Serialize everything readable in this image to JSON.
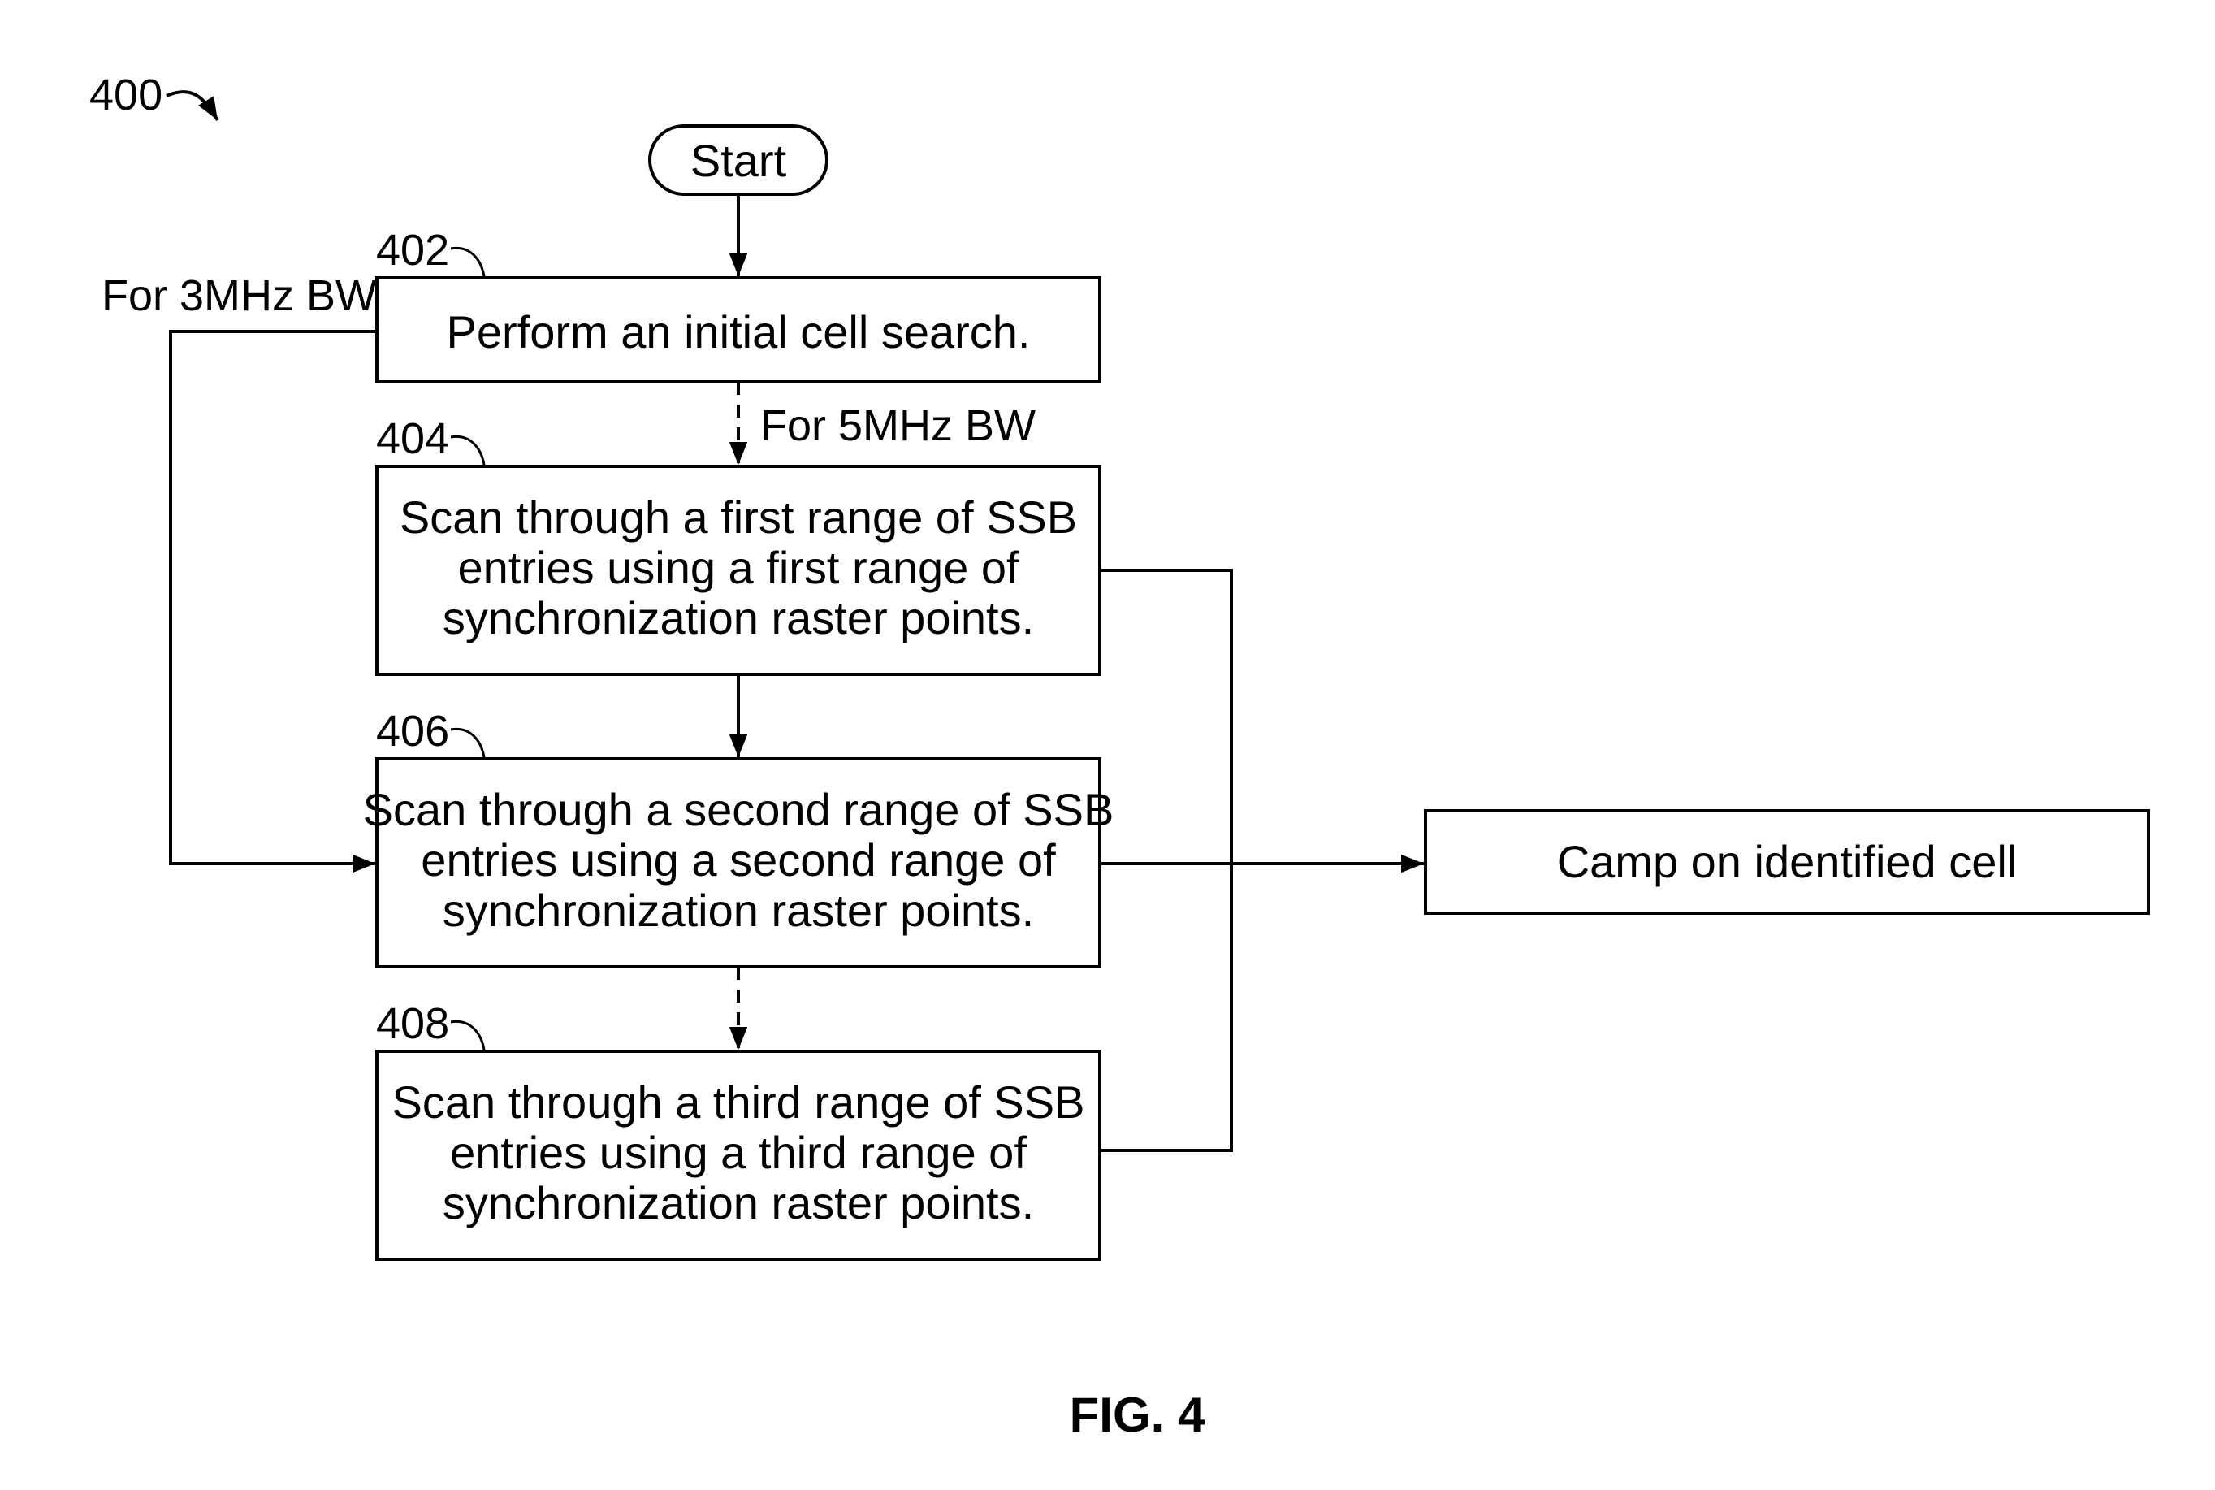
{
  "figure": {
    "ref": "400",
    "caption": "FIG. 4"
  },
  "start": {
    "label": "Start"
  },
  "steps": [
    {
      "ref": "402",
      "lines": [
        "Perform an initial cell search."
      ]
    },
    {
      "ref": "404",
      "lines": [
        "Scan through a first range of SSB",
        "entries using a first range of",
        "synchronization raster points."
      ]
    },
    {
      "ref": "406",
      "lines": [
        "Scan through a second range of SSB",
        "entries using a second range of",
        "synchronization raster points."
      ]
    },
    {
      "ref": "408",
      "lines": [
        "Scan through a third range of SSB",
        "entries using a third range of",
        "synchronization raster points."
      ]
    }
  ],
  "end": {
    "label": "Camp on identified cell"
  },
  "branches": {
    "bw3": "For 3MHz BW",
    "bw5": "For 5MHz BW"
  }
}
